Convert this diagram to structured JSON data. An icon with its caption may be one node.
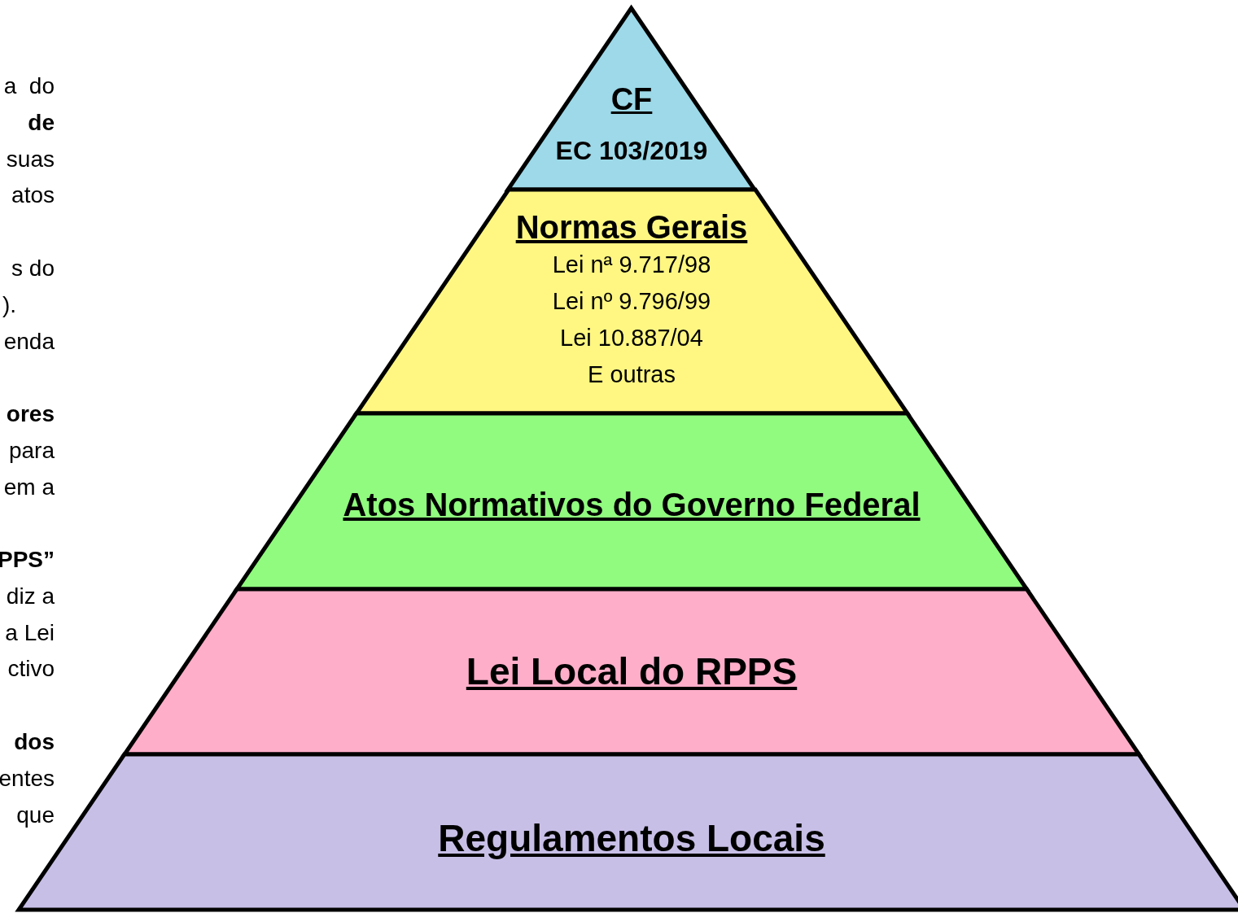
{
  "diagram": {
    "nodes": [
      {
        "text": [
          "CF",
          "EC 103/2019"
        ]
      },
      {
        "text": [
          "Normas Gerais",
          "Lei nª 9.717/98",
          "Lei nº 9.796/99",
          "Lei 10.887/04",
          "E outras"
        ]
      },
      {
        "text": [
          "Atos Normativos do Governo Federal"
        ]
      },
      {
        "text": [
          "Lei Local do RPPS"
        ]
      },
      {
        "text": [
          "Regulamentos Locais"
        ]
      }
    ],
    "labels": [
      "a  do",
      "de",
      "suas",
      "atos",
      "s do",
      ").",
      "enda",
      "ores",
      "para",
      "em a",
      "PPS”",
      "diz a",
      "a Lei",
      "ctivo",
      "dos",
      "entes",
      "que"
    ]
  }
}
